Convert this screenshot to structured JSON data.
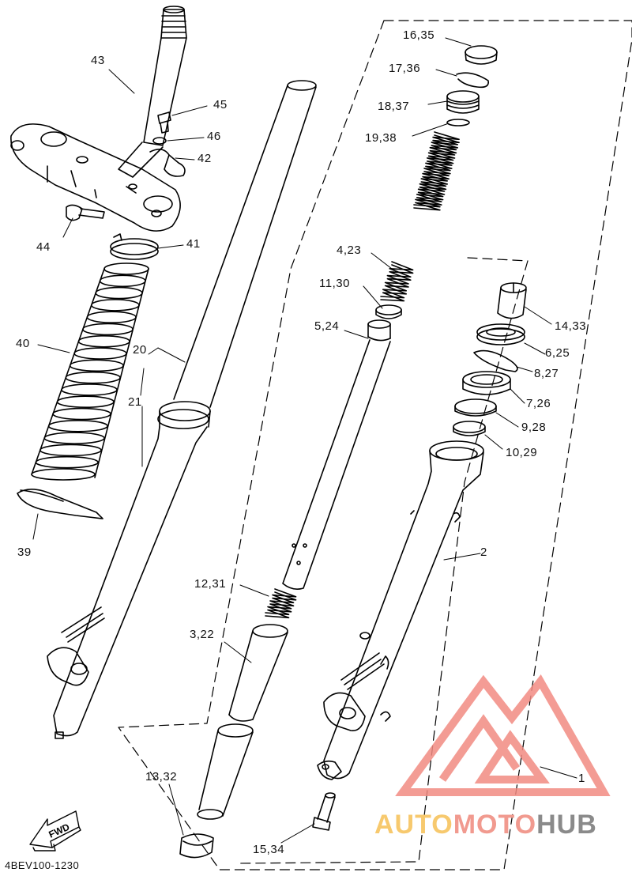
{
  "diagram_code": "4BEV100-1230",
  "fwd_label": "FWD",
  "watermark": {
    "part1": "AUTO",
    "part2": "MOTO",
    "part3": "HUB",
    "color1": "#f7c96e",
    "color2": "#f19a8f",
    "color3": "#8a8a8a",
    "logo_color": "#f28b82"
  },
  "callouts": [
    {
      "id": "c43",
      "text": "43"
    },
    {
      "id": "c45",
      "text": "45"
    },
    {
      "id": "c46",
      "text": "46"
    },
    {
      "id": "c42",
      "text": "42"
    },
    {
      "id": "c44",
      "text": "44"
    },
    {
      "id": "c41",
      "text": "41"
    },
    {
      "id": "c40",
      "text": "40"
    },
    {
      "id": "c20",
      "text": "20"
    },
    {
      "id": "c21",
      "text": "21"
    },
    {
      "id": "c39",
      "text": "39"
    },
    {
      "id": "c16",
      "text": "16,35"
    },
    {
      "id": "c17",
      "text": "17,36"
    },
    {
      "id": "c18",
      "text": "18,37"
    },
    {
      "id": "c19",
      "text": "19,38"
    },
    {
      "id": "c4",
      "text": "4,23"
    },
    {
      "id": "c11",
      "text": "11,30"
    },
    {
      "id": "c5",
      "text": "5,24"
    },
    {
      "id": "c14",
      "text": "14,33"
    },
    {
      "id": "c6",
      "text": "6,25"
    },
    {
      "id": "c8",
      "text": "8,27"
    },
    {
      "id": "c7",
      "text": "7,26"
    },
    {
      "id": "c9",
      "text": "9,28"
    },
    {
      "id": "c10",
      "text": "10,29"
    },
    {
      "id": "c2",
      "text": "2"
    },
    {
      "id": "c12",
      "text": "12,31"
    },
    {
      "id": "c3",
      "text": "3,22"
    },
    {
      "id": "c13",
      "text": "13,32"
    },
    {
      "id": "c15",
      "text": "15,34"
    },
    {
      "id": "c1",
      "text": "1"
    }
  ]
}
